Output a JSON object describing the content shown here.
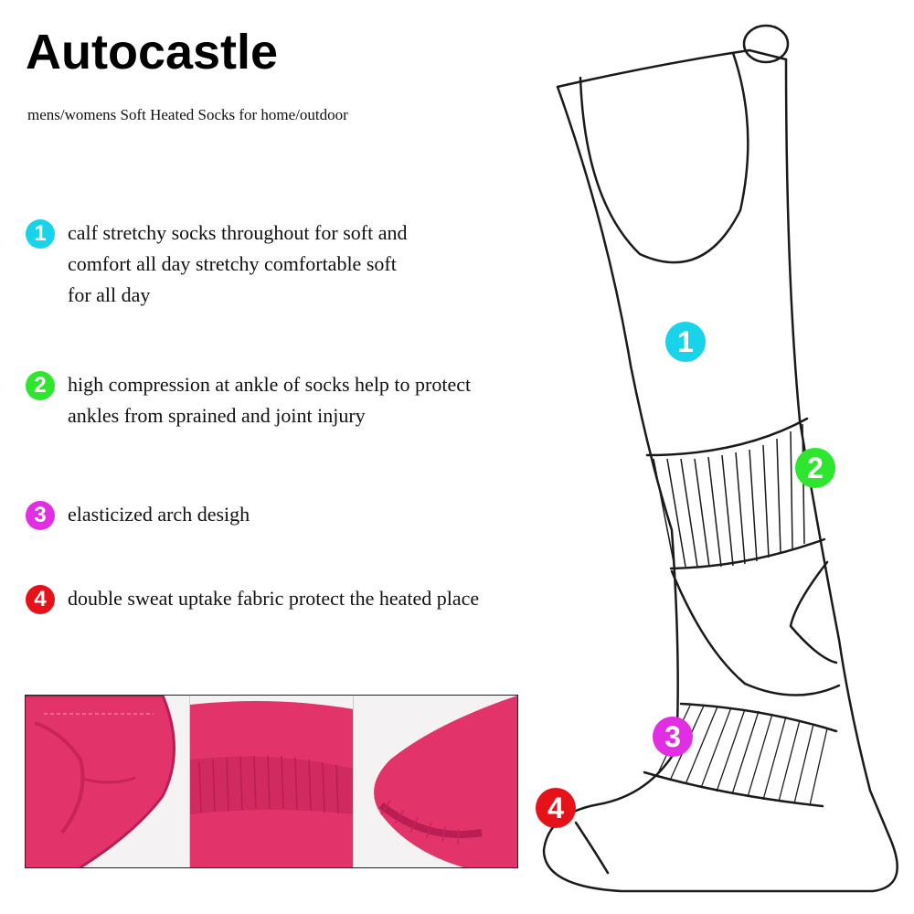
{
  "brand": "Autocastle",
  "subtitle": "mens/womens Soft Heated Socks for home/outdoor",
  "features": [
    {
      "num": "1",
      "text": "calf stretchy socks throughout for soft and\ncomfort all day stretchy comfortable soft\n for all day",
      "color": "#19d3ea"
    },
    {
      "num": "2",
      "text": "high compression at ankle of socks help to protect\nankles from sprained and joint injury",
      "color": "#2ee62e"
    },
    {
      "num": "3",
      "text": "elasticized arch desigh",
      "color": "#e22ee2"
    },
    {
      "num": "4",
      "text": "double sweat uptake fabric protect the heated place",
      "color": "#e6121a"
    }
  ],
  "markers": [
    "1",
    "2",
    "3",
    "4"
  ]
}
